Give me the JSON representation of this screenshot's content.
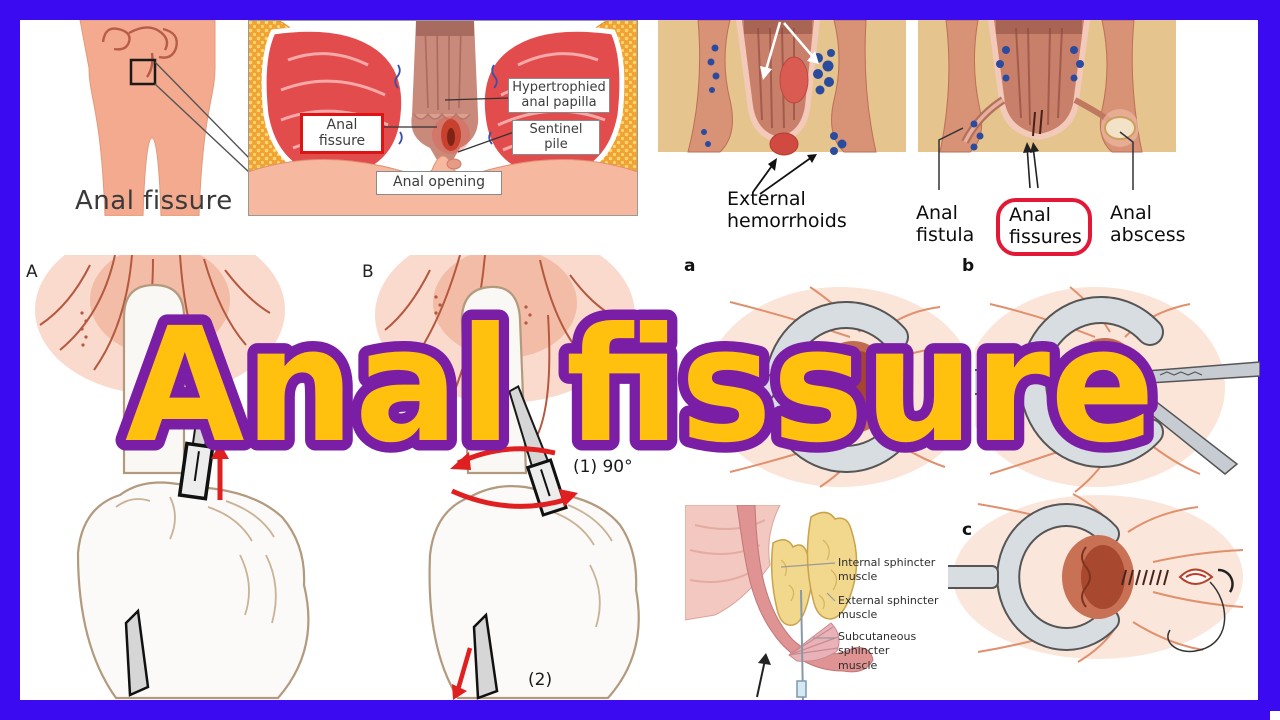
{
  "frame": {
    "border_color": "#3b0af1",
    "canvas_color": "#ffffff"
  },
  "title": {
    "text": "Anal fissure",
    "fill_color": "#ffc10d",
    "outline_color": "#7a1ea6"
  },
  "overview": {
    "caption": "Anal fissure"
  },
  "inset": {
    "papilla": "Hypertrophied\nanal papilla",
    "fissure": "Anal fissure",
    "sentinel": "Sentinel pile",
    "opening": "Anal opening",
    "highlight_color": "#dd1414"
  },
  "hemorrhoids": {
    "label": "External\nhemorrhoids"
  },
  "conditions": {
    "fistula": "Anal\nfistula",
    "fissures": "Anal\nfissures",
    "abscess": "Anal\nabscess",
    "highlight_color": "#e31837"
  },
  "dilation": {
    "letter_a": "A",
    "letter_b": "B",
    "note_rotate": "(1) 90°",
    "note_step": "(2)"
  },
  "surgery": {
    "letter_a": "a",
    "letter_b": "b",
    "letter_c": "c"
  },
  "sphincter": {
    "internal": "Internal sphincter\nmuscle",
    "external": "External sphincter\nmuscle",
    "subcutaneous": "Subcutaneous\nsphincter\nmuscle"
  }
}
